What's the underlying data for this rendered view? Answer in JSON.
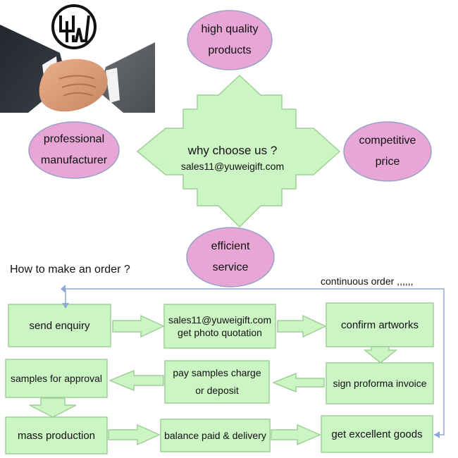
{
  "logo": {
    "text": "YW"
  },
  "center": {
    "title": "why choose us ?",
    "email": "sales11@yuweigift.com"
  },
  "bubbles": [
    {
      "id": "top",
      "line1": "high quality",
      "line2": "products"
    },
    {
      "id": "left",
      "line1": "professional",
      "line2": "manufacturer"
    },
    {
      "id": "right",
      "line1": "competitive",
      "line2": "price"
    },
    {
      "id": "bottom",
      "line1": "efficient",
      "line2": "service"
    }
  ],
  "order": {
    "heading": "How to make an order ?",
    "continuous": "continuous order ,,,,,,",
    "steps": {
      "send_enquiry": "send enquiry",
      "quotation_email": "sales11@yuweigift.com",
      "quotation_text": "get photo quotation",
      "confirm_artworks": "confirm artworks",
      "sign_invoice": "sign proforma invoice",
      "pay_line1": "pay samples charge",
      "pay_line2": "or deposit",
      "samples_approval": "samples for approval",
      "mass_production": "mass production",
      "balance_paid": "balance paid & delivery",
      "excellent_goods": "get excellent goods"
    }
  },
  "colors": {
    "box_fill": "#ccf5c4",
    "box_border": "#9fcf97",
    "bubble_fill": "#e7a6d6",
    "bubble_border": "#9aa0c8",
    "connector": "#8ea8d6"
  }
}
